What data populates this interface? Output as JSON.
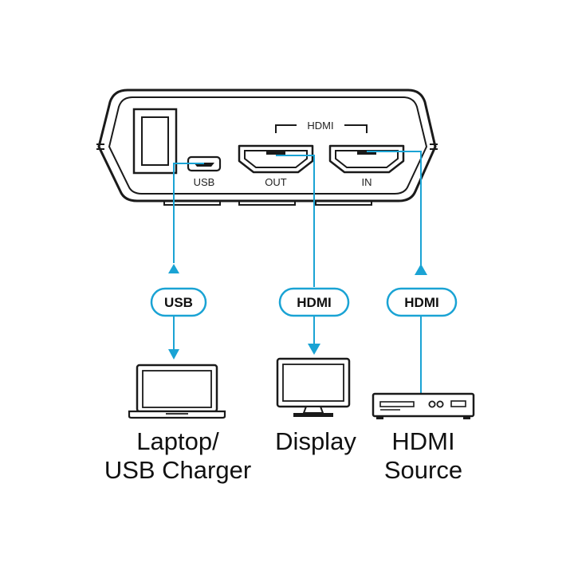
{
  "device": {
    "group_label": "HDMI",
    "ports": {
      "usb": "USB",
      "out": "OUT",
      "in": "IN"
    }
  },
  "connections": [
    {
      "badge": "USB"
    },
    {
      "badge": "HDMI"
    },
    {
      "badge": "HDMI"
    }
  ],
  "devices": [
    {
      "line1": "Laptop/",
      "line2": "USB Charger",
      "icon": "laptop-icon"
    },
    {
      "line1": "Display",
      "line2": "",
      "icon": "monitor-icon"
    },
    {
      "line1": "HDMI",
      "line2": "Source",
      "icon": "media-player-icon"
    }
  ],
  "colors": {
    "accent": "#1aa3d4",
    "line": "#1a1a1a"
  }
}
